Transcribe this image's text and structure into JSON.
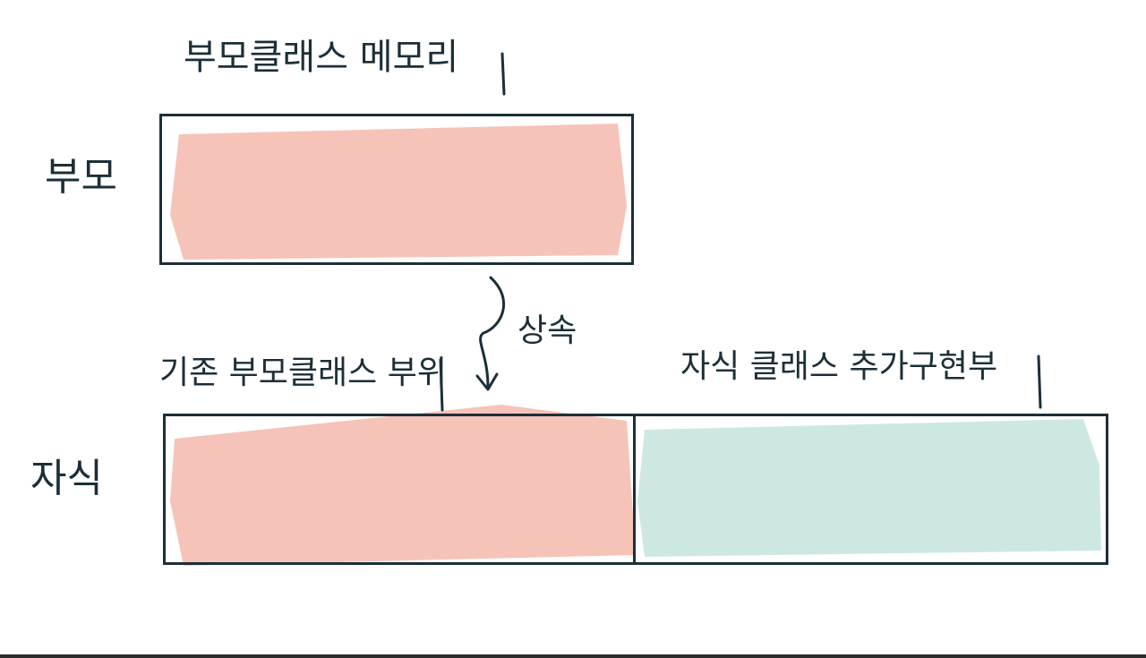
{
  "diagram": {
    "parent_memory_label": "부모클래스 메모리",
    "parent_row_label": "부모",
    "child_row_label": "자식",
    "inherit_label": "상속",
    "existing_parent_part_label": "기존 부모클래스 부위",
    "child_added_part_label": "자식 클래스 추가구현부",
    "colors": {
      "parent_fill": "#f4b8ad",
      "child_fill": "#c8e5df",
      "outline": "#1c2f38"
    }
  }
}
